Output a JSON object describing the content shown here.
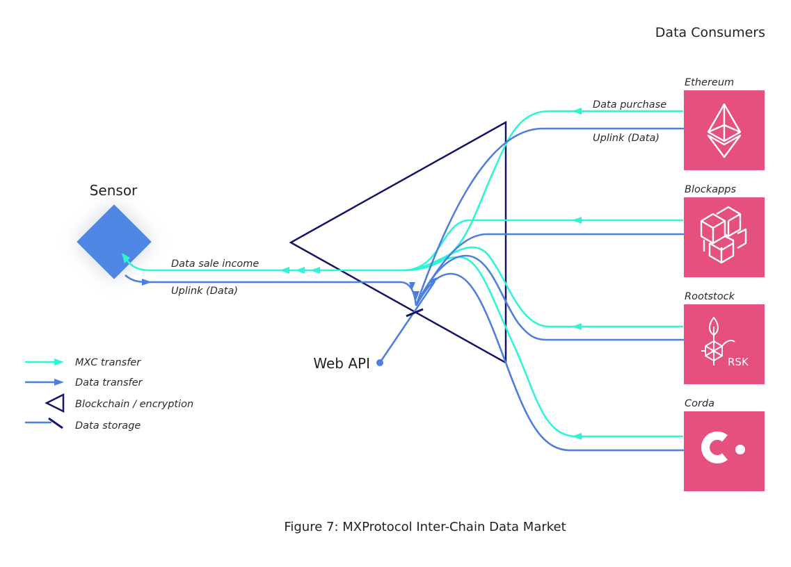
{
  "header": {
    "title": "Data Consumers"
  },
  "sensor": {
    "label": "Sensor"
  },
  "web_api": {
    "label": "Web API"
  },
  "flows": {
    "data_sale_income": "Data sale income",
    "uplink_left": "Uplink (Data)",
    "data_purchase": "Data purchase",
    "uplink_right": "Uplink (Data)"
  },
  "consumers": [
    {
      "name": "Ethereum",
      "icon": "ethereum-icon"
    },
    {
      "name": "Blockapps",
      "icon": "blockapps-icon"
    },
    {
      "name": "Rootstock",
      "icon": "rootstock-rsk-icon",
      "icon_text": "RSK"
    },
    {
      "name": "Corda",
      "icon": "corda-icon"
    }
  ],
  "legend": [
    {
      "label": "MXC transfer",
      "icon": "mxc-transfer-arrow-icon"
    },
    {
      "label": "Data transfer",
      "icon": "data-transfer-arrow-icon"
    },
    {
      "label": "Blockchain / encryption",
      "icon": "blockchain-triangle-icon"
    },
    {
      "label": "Data storage",
      "icon": "data-storage-slash-icon"
    }
  ],
  "caption": "Figure 7: MXProtocol Inter-Chain Data Market",
  "colors": {
    "mxc_transfer": "#2ef5d4",
    "data_transfer": "#4c7fe0",
    "blockchain": "#14146b",
    "sensor": "#4f86e4",
    "consumer_box": "#e5507f"
  }
}
